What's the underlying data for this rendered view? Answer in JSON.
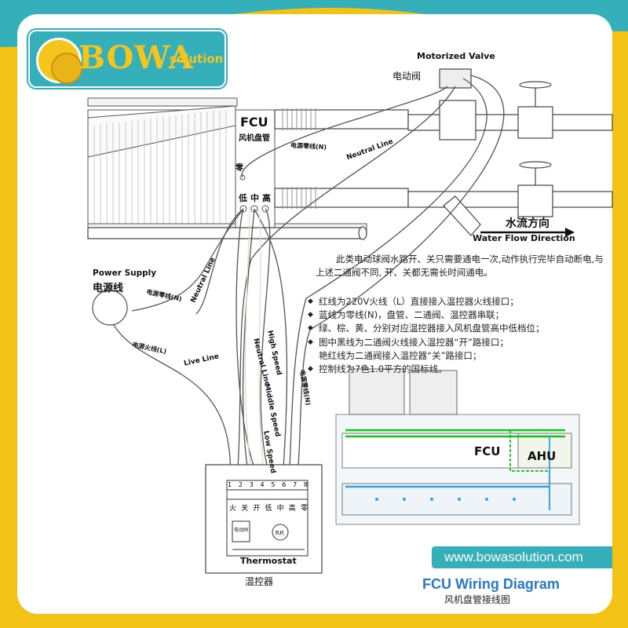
{
  "brand": {
    "name": "BOWA",
    "suffix": "solution",
    "url": "www.bowasolution.com",
    "colors": {
      "frame": "#f2c316",
      "accent": "#35b0bb",
      "logo_text": "#f4c51c",
      "caption": "#2a78c8"
    }
  },
  "caption": {
    "title_en": "FCU Wiring Diagram",
    "title_cn": "风机盘管接线图"
  },
  "fcu": {
    "label": "FCU",
    "label_cn": "风机盘管",
    "zero": "零",
    "speeds_cn": [
      "低",
      "中",
      "高"
    ]
  },
  "valve": {
    "label_en": "Motorized Valve",
    "label_cn": "电动阀"
  },
  "water_flow": {
    "label_cn": "水流方向",
    "label_en": "Water Flow Direction"
  },
  "power_supply": {
    "label_en": "Power Supply",
    "label_cn": "电源线"
  },
  "wires": {
    "neutral_top_cn": "电源零线(N)",
    "neutral_top_en": "Neutral Line",
    "neutral_left_cn": "电源零线(N)",
    "neutral_left_en": "Neutral Line",
    "live_cn": "电源火线(L)",
    "live_en": "Live Line",
    "neutral_mid_en": "Neutral Line",
    "high_en": "High Speed",
    "middle_en": "Middle Speed",
    "low_en": "Low Speed",
    "neutral_right_cn": "电源零线(N)"
  },
  "thermostat": {
    "label_en": "Thermostat",
    "label_cn": "温控器",
    "terminal_numbers": [
      "1",
      "2",
      "3",
      "4",
      "5",
      "6",
      "7",
      "8"
    ],
    "terminal_labels": [
      "火",
      "关",
      "开",
      "低",
      "中",
      "高",
      "零"
    ],
    "valve_box": "电动阀",
    "fan_box": "风机"
  },
  "description": {
    "paragraph": "此类电动球阀水路开、关只需要通电一次,动作执行完毕自动断电,与上述二通阀不同, 开、关都无需长时间通电。",
    "bullets": [
      "红线为220V火线（L）直接接入温控器火线接口；",
      "蓝线为零线(N)，盘管、二通阀、温控器串联；",
      "绿、棕、黄、分别对应温控器接入风机盘管高中低档位；",
      "图中黑线为二通阀火线接入温控器“开”路接口；"
    ],
    "bullet_continuation": "艳红线为二通阀接入温控器“关”路接口；",
    "bullet_last": "控制线为7色1.0平方的国标线。"
  },
  "system_diagram": {
    "fcu_label": "FCU",
    "ahu_label": "AHU"
  }
}
